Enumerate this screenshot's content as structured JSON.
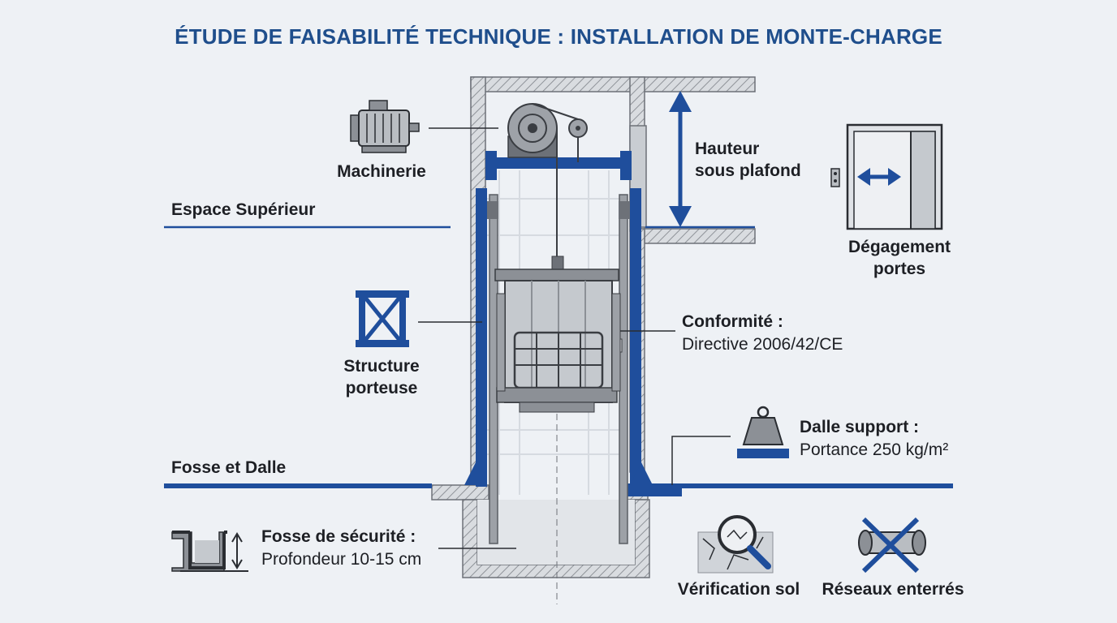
{
  "title": "ÉTUDE DE FAISABILITÉ TECHNIQUE : INSTALLATION DE MONTE-CHARGE",
  "sections": {
    "upper": "Espace Supérieur",
    "pit": "Fosse et Dalle"
  },
  "labels": {
    "machinery": "Machinerie",
    "height_line1": "Hauteur",
    "height_line2": "sous plafond",
    "door_line1": "Dégagement",
    "door_line2": "portes",
    "structure_line1": "Structure",
    "structure_line2": "porteuse",
    "compliance_title": "Conformité :",
    "compliance_value": "Directive 2006/42/CE",
    "slab_title": "Dalle support :",
    "slab_value": "Portance 250 kg/m²",
    "pit_title": "Fosse de sécurité :",
    "pit_value": "Profondeur 10-15 cm",
    "soil": "Vérification sol",
    "networks": "Réseaux enterrés"
  },
  "colors": {
    "blue": "#1f4e9c",
    "title_blue": "#1f4e8c",
    "steel": "#8c9096",
    "dark": "#3a3d42",
    "background": "#eef1f5"
  },
  "icons": [
    "motor-icon",
    "truss-icon",
    "door-icon",
    "weight-icon",
    "pit-icon",
    "magnifier-icon",
    "pipe-crossed-icon"
  ]
}
